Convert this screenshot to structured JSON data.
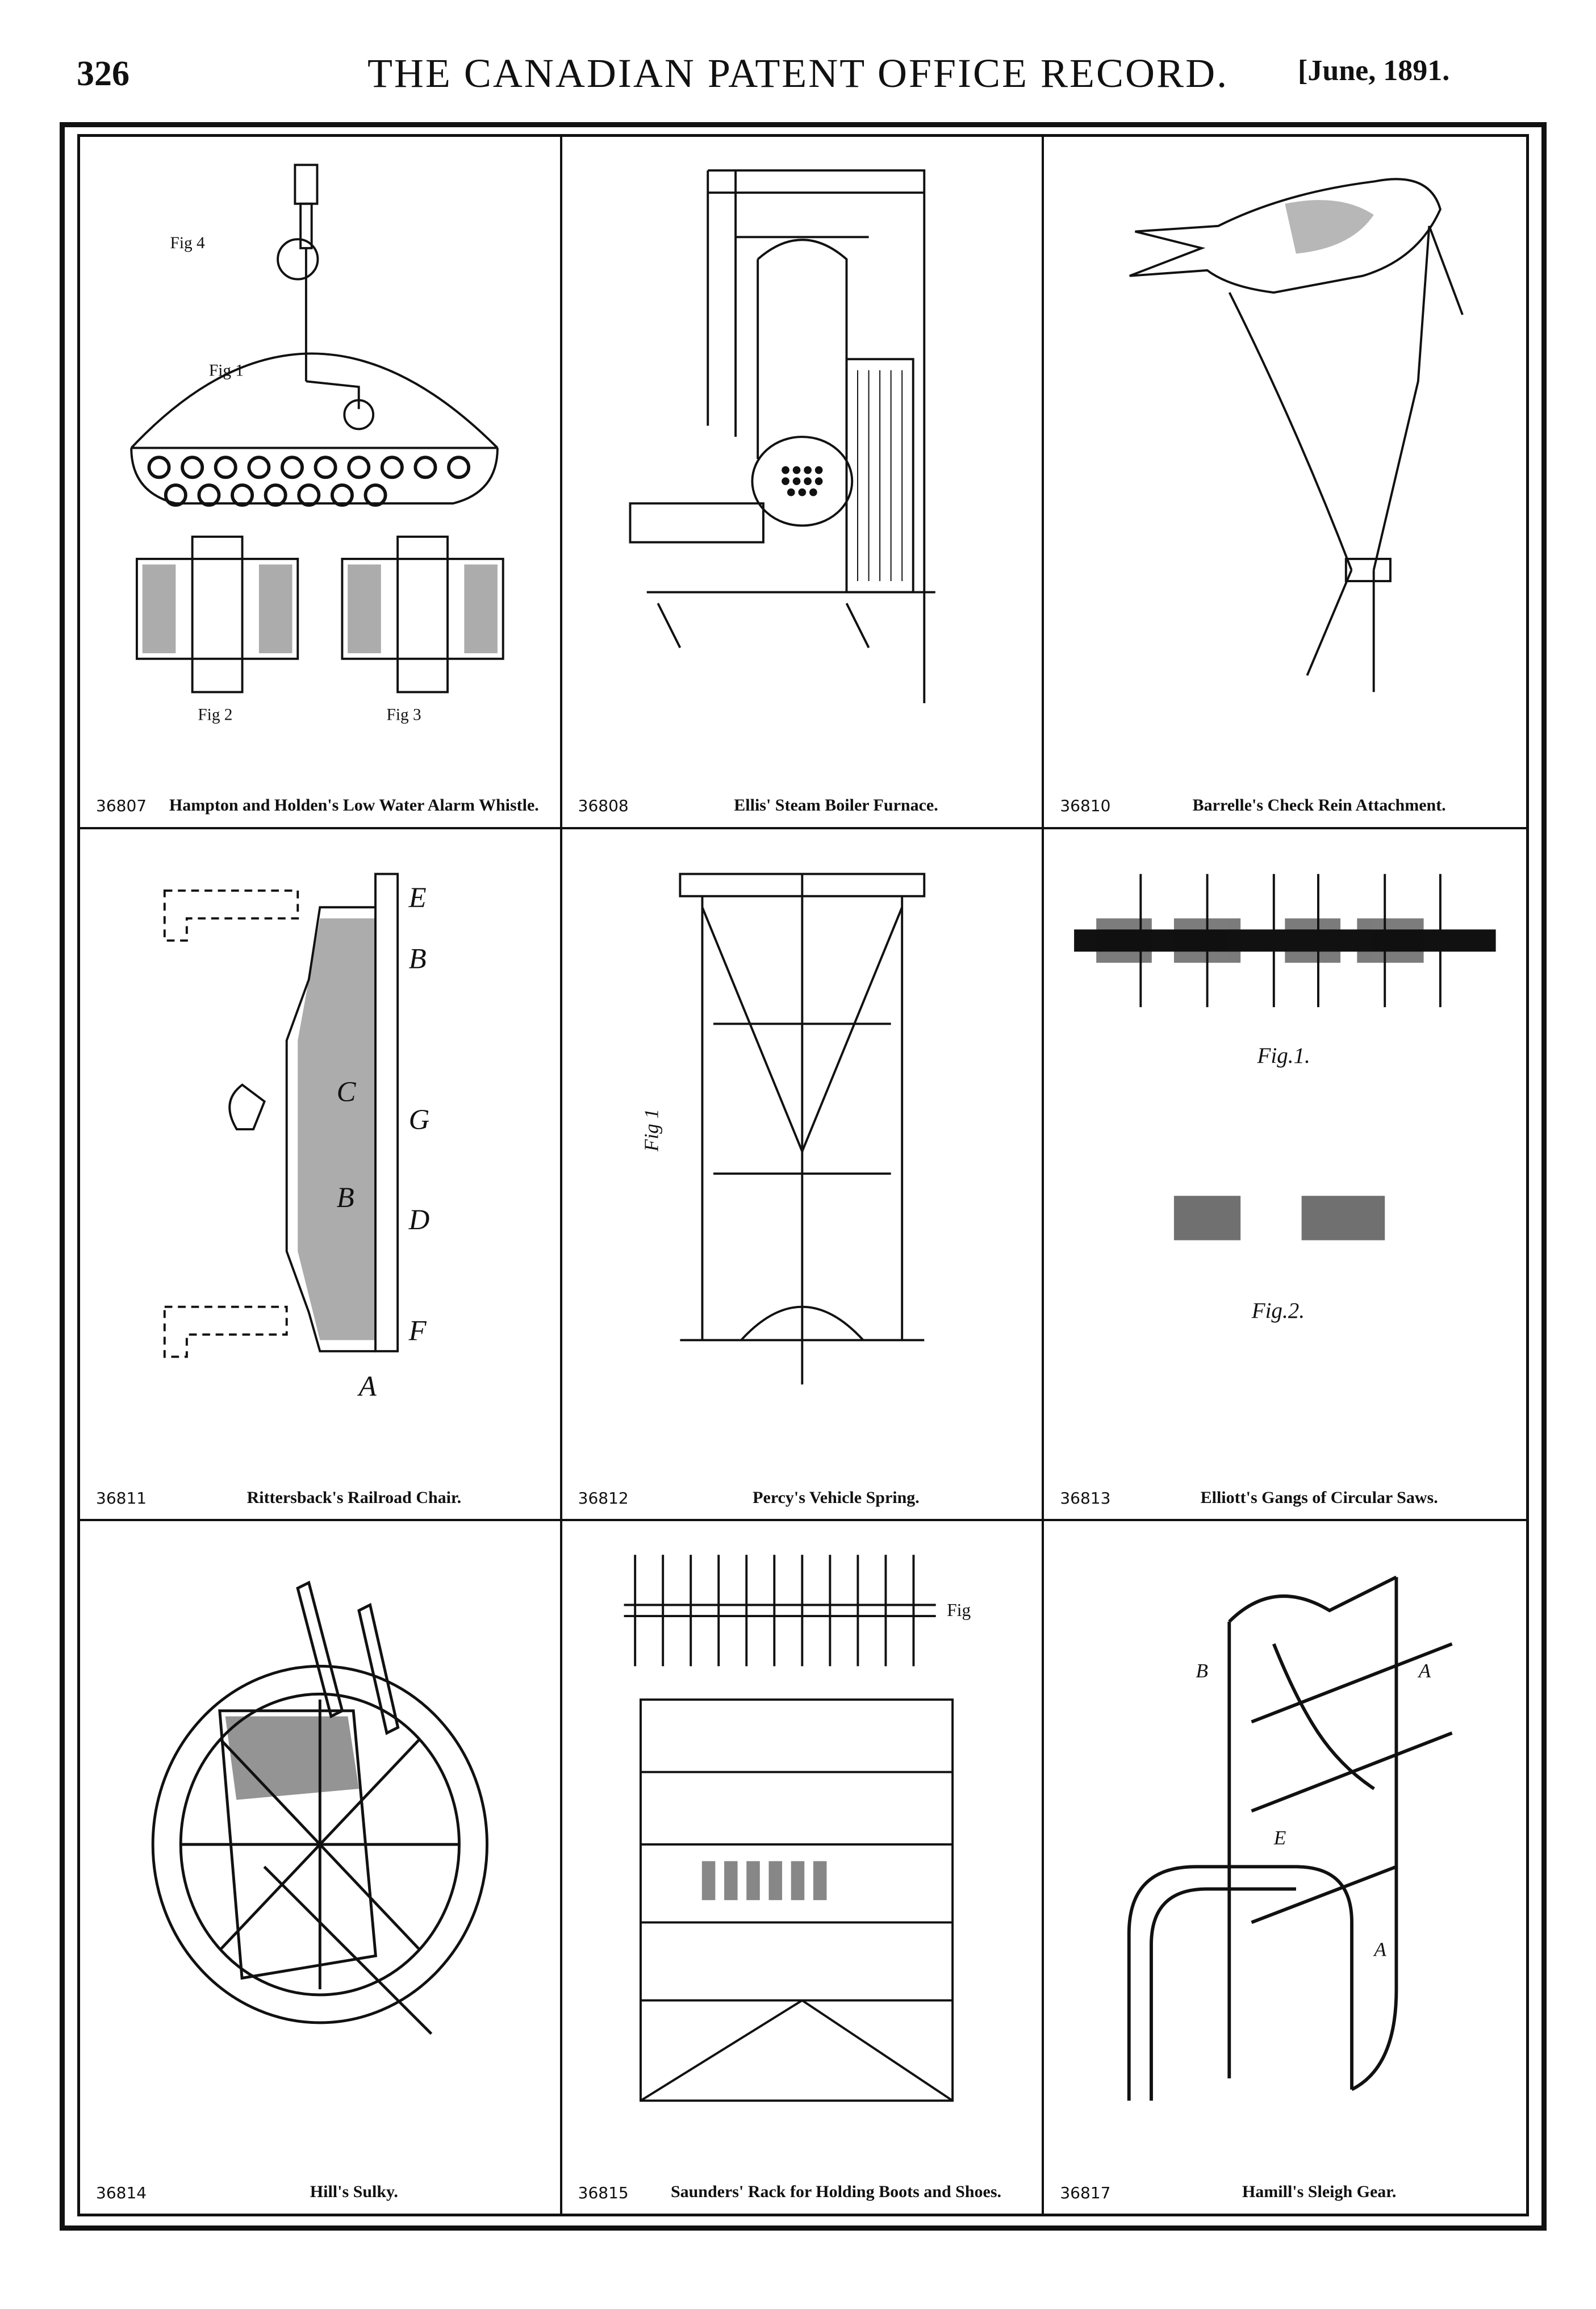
{
  "header": {
    "page_number": "326",
    "publication_title": "THE CANADIAN PATENT OFFICE RECORD.",
    "issue_date": "[June, 1891."
  },
  "patents": [
    {
      "number": "36807",
      "title": "Hampton and Holden's Low Water Alarm Whistle.",
      "figure_labels": [
        "Fig 4",
        "Fig 1",
        "Fig 2",
        "Fig 3"
      ]
    },
    {
      "number": "36808",
      "title": "Ellis' Steam Boiler Furnace.",
      "figure_labels": []
    },
    {
      "number": "36810",
      "title": "Barrelle's Check Rein Attachment.",
      "figure_labels": []
    },
    {
      "number": "36811",
      "title": "Rittersback's Railroad Chair.",
      "figure_labels": []
    },
    {
      "number": "36812",
      "title": "Percy's Vehicle Spring.",
      "figure_labels": [
        "Fig 1"
      ]
    },
    {
      "number": "36813",
      "title": "Elliott's Gangs of Circular Saws.",
      "figure_labels": [
        "Fig.1.",
        "Fig.2."
      ]
    },
    {
      "number": "36814",
      "title": "Hill's Sulky.",
      "figure_labels": []
    },
    {
      "number": "36815",
      "title": "Saunders' Rack for Holding Boots and Shoes.",
      "figure_labels": [
        "Fig"
      ]
    },
    {
      "number": "36817",
      "title": "Hamill's Sleigh Gear.",
      "figure_labels": []
    }
  ]
}
